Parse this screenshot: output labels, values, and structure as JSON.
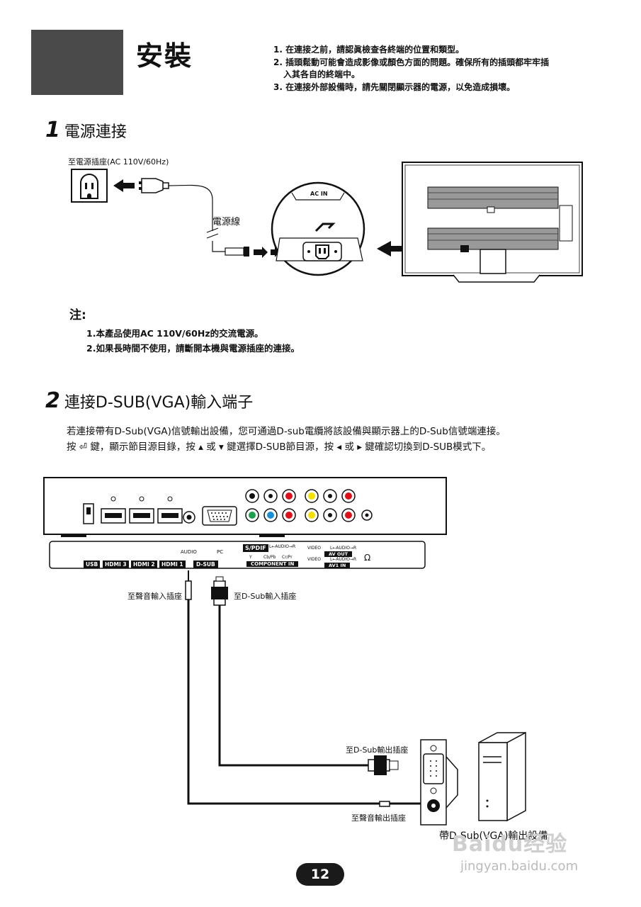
{
  "header": {
    "title": "安裝",
    "notes": [
      "1. 在連接之前，請認眞檢查各終端的位置和類型。",
      "2. 插頭鬆動可能會造成影像或顏色方面的問題。確保所有的插頭都牢牢插",
      "入其各自的終端中。",
      "3. 在連接外部設備時，請先關閉顯示器的電源，以免造成損壞。"
    ]
  },
  "section1": {
    "num": "1",
    "title": "電源連接",
    "outlet_label": "至電源插座(AC 110V/60Hz)",
    "cord_label": "電源線",
    "ac_in_label": "AC IN",
    "note_title": "注:",
    "note_lines": [
      "1.本產品使用AC 110V/60Hz的交流電源。",
      "2.如果長時間不使用，請斷開本機與電源插座的連接。"
    ]
  },
  "section2": {
    "num": "2",
    "title": "連接D-SUB(VGA)輸入端子",
    "para_lines": [
      "若連接帶有D-Sub(VGA)信號輸出設備，您可通過D-sub電纜將該設備與顯示器上的D-Sub信號端連接。",
      "按 ⏎ 鍵，顯示節目源目錄，按 ▴ 或 ▾ 鍵選擇D-SUB節目源，按 ◂ 或 ▸ 鍵確認切換到D-SUB模式下。"
    ],
    "port_labels": {
      "usb": "USB",
      "hdmi3": "HDMI 3",
      "hdmi2": "HDMI 2",
      "hdmi1": "HDMI 1",
      "audio": "AUDIO",
      "pc": "PC",
      "dsub": "D-SUB",
      "spdif": "S/PDIF",
      "audio_lr": "L←AUDIO→R",
      "y": "Y",
      "cb": "Cb/Pb",
      "cr": "Cr/Pr",
      "component_in": "COMPONENT IN",
      "video": "VIDEO",
      "av_out": "AV OUT",
      "av1_in": "AV1 IN"
    },
    "to_audio_in": "至聲音輸入插座",
    "to_dsub_in": "至D-Sub輸入插座",
    "to_dsub_out": "至D-Sub輸出插座",
    "to_audio_out": "至聲音輸出插座",
    "device_caption": "帶D-Sub(VGA)輸出設備"
  },
  "footer": {
    "page_number": "12",
    "watermark_text": "Baidu经验",
    "watermark_url": "jingyan.baidu.com"
  }
}
